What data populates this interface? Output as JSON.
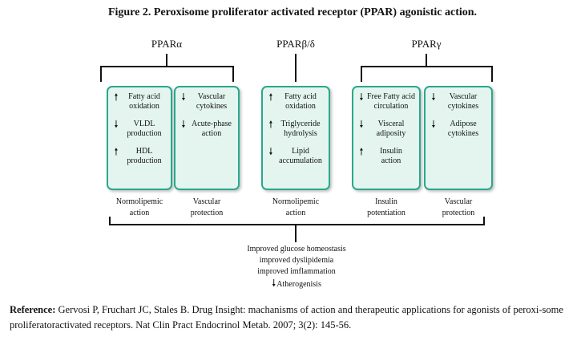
{
  "figure_title": "Figure 2. Peroxisome proliferator activated receptor (PPAR) agonistic action.",
  "groups": [
    {
      "label": "PPARα"
    },
    {
      "label": "PPARβ/δ"
    },
    {
      "label": "PPARγ"
    }
  ],
  "boxes": [
    {
      "items": [
        {
          "arrow": "up",
          "text": [
            "Fatty acid",
            "oxidation"
          ]
        },
        {
          "arrow": "down",
          "text": [
            "VLDL",
            "production"
          ]
        },
        {
          "arrow": "up",
          "text": [
            "HDL",
            "production"
          ]
        }
      ],
      "effect": [
        "Normolipemic",
        "action"
      ]
    },
    {
      "items": [
        {
          "arrow": "down",
          "text": [
            "Vascular",
            "cytokines"
          ]
        },
        {
          "arrow": "down",
          "text": [
            "Acute-phase",
            "action"
          ]
        }
      ],
      "effect": [
        "Vascular",
        "protection"
      ]
    },
    {
      "items": [
        {
          "arrow": "up",
          "text": [
            "Fatty acid",
            "oxidation"
          ]
        },
        {
          "arrow": "up",
          "text": [
            "Triglyceride",
            "hydrolysis"
          ]
        },
        {
          "arrow": "down",
          "text": [
            "Lipid",
            "accumulation"
          ]
        }
      ],
      "effect": [
        "Normolipemic",
        "action"
      ]
    },
    {
      "items": [
        {
          "arrow": "down",
          "text": [
            "Free Fatty acid",
            "circulation"
          ]
        },
        {
          "arrow": "down",
          "text": [
            "Visceral",
            "adiposity"
          ]
        },
        {
          "arrow": "up",
          "text": [
            "Insulin",
            "action"
          ]
        }
      ],
      "effect": [
        "Insulin",
        "potentiation"
      ]
    },
    {
      "items": [
        {
          "arrow": "down",
          "text": [
            "Vascular",
            "cytokines"
          ]
        },
        {
          "arrow": "down",
          "text": [
            "Adipose",
            "cytokines"
          ]
        }
      ],
      "effect": [
        "Vascular",
        "protection"
      ]
    }
  ],
  "outcomes": [
    {
      "arrow": "",
      "text": "Improved glucose homeostasis"
    },
    {
      "arrow": "",
      "text": "improved dyslipidemia"
    },
    {
      "arrow": "",
      "text": "improved imflammation"
    },
    {
      "arrow": "down",
      "text": "Atherogenisis"
    }
  ],
  "reference": {
    "label": "Reference:",
    "text": "Gervosi P, Fruchart JC, Stales B. Drug Insight: machanisms of action and therapeutic applications for agonists of peroxi-some proliferatoractivated receptors. Nat Clin Pract Endocrinol Metab. 2007; 3(2): 145-56."
  },
  "colors": {
    "box_fill": "#e4f5f0",
    "box_border": "#2aa88c",
    "lines": "#111111"
  }
}
